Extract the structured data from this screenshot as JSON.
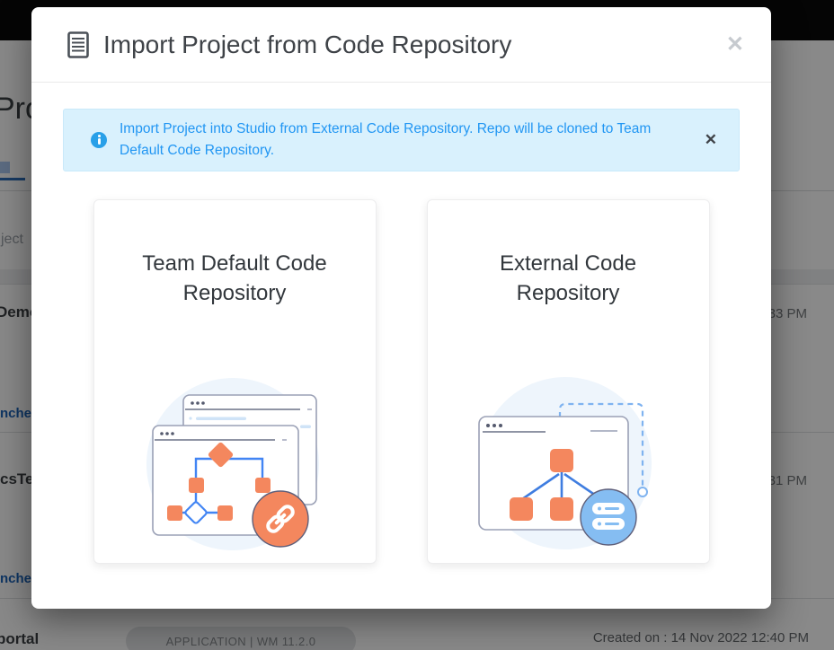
{
  "modal": {
    "title": "Import Project from Code Repository",
    "close_label": "✕",
    "alert": {
      "text": "Import Project into Studio from External Code Repository. Repo will be cloned to Team Default Code Repository.",
      "close_label": "✕"
    },
    "cards": [
      {
        "title": "Team Default Code Repository"
      },
      {
        "title": "External Code Repository"
      }
    ]
  },
  "background": {
    "page_title_fragment": "Pro",
    "search_placeholder_fragment": "ject",
    "rows": [
      {
        "name_fragment": "Demo",
        "time_fragment": "33 PM",
        "link_fragment": "nches"
      },
      {
        "name_fragment": "csTe",
        "time_fragment": "31 PM",
        "link_fragment": "nches"
      },
      {
        "name_fragment": "portal",
        "badge": "APPLICATION | WM 11.2.0",
        "created_fragment": "Created on : 14 Nov 2022 12:40 PM"
      }
    ]
  },
  "colors": {
    "accent_blue": "#2196f3",
    "alert_bg": "#d9f1fd",
    "illustration_orange": "#f4875e",
    "illustration_blue_circle": "#85bdf2",
    "connector_blue": "#3f7de0",
    "link_blue": "#1a62b8"
  }
}
